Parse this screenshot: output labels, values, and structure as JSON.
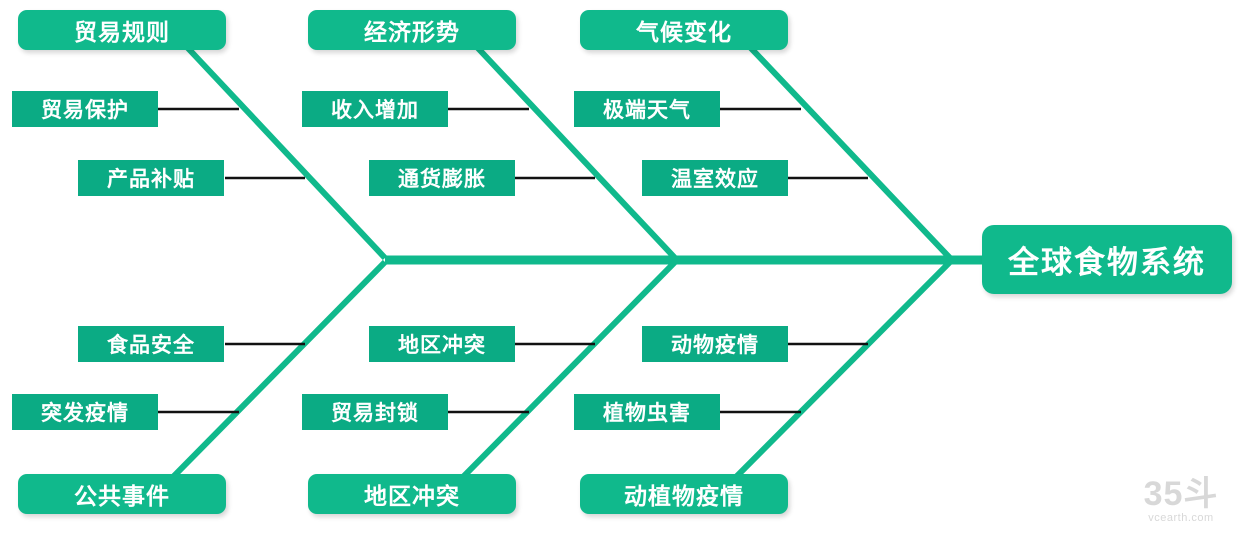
{
  "diagram": {
    "type": "fishbone",
    "head": {
      "label": "全球食物系统"
    },
    "colors": {
      "primary_green": "#10b98c",
      "sub_green": "#0bab84",
      "connector_black": "#111111",
      "background": "#ffffff",
      "watermark_gray": "#d8d8d8"
    },
    "branches": [
      {
        "id": "trade-rules",
        "position": "top",
        "column": 1,
        "category": "贸易规则",
        "causes": [
          "贸易保护",
          "产品补贴"
        ]
      },
      {
        "id": "economic-situation",
        "position": "top",
        "column": 2,
        "category": "经济形势",
        "causes": [
          "收入增加",
          "通货膨胀"
        ]
      },
      {
        "id": "climate-change",
        "position": "top",
        "column": 3,
        "category": "气候变化",
        "causes": [
          "极端天气",
          "温室效应"
        ]
      },
      {
        "id": "public-events",
        "position": "bottom",
        "column": 1,
        "category": "公共事件",
        "causes": [
          "食品安全",
          "突发疫情"
        ]
      },
      {
        "id": "regional-conflict",
        "position": "bottom",
        "column": 2,
        "category": "地区冲突",
        "causes": [
          "地区冲突",
          "贸易封锁"
        ]
      },
      {
        "id": "animal-plant-epidemic",
        "position": "bottom",
        "column": 3,
        "category": "动植物疫情",
        "causes": [
          "动物疫情",
          "植物虫害"
        ]
      }
    ]
  },
  "watermark": {
    "mark": "35斗",
    "url": "vcearth.com"
  }
}
